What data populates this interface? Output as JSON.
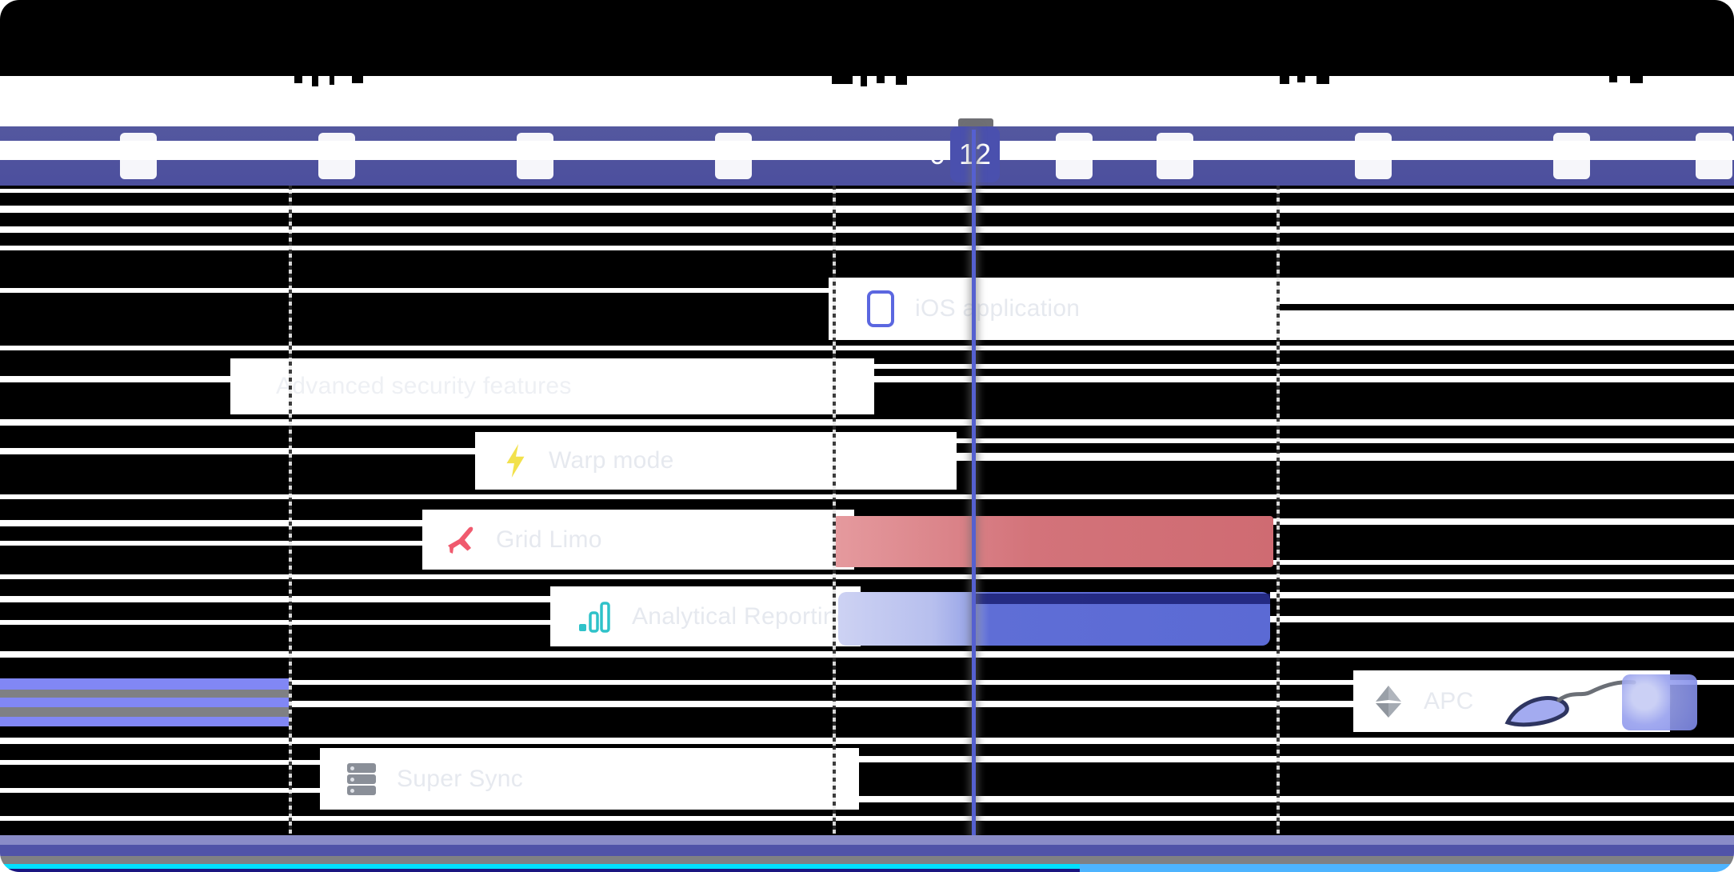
{
  "header": {
    "today_day": "12",
    "partial_day_digit": "0"
  },
  "tasks": [
    {
      "label": "iOS application",
      "icon": "smartphone-icon",
      "icon_color": "#5b67e0"
    },
    {
      "label": "Advanced security features",
      "icon": null,
      "icon_color": null
    },
    {
      "label": "Warp mode",
      "icon": "lightning-bolt-icon",
      "icon_color": "#f2e14c"
    },
    {
      "label": "Grid Limo",
      "icon": "airplane-icon",
      "icon_color": "#f05a6e"
    },
    {
      "label": "Analytical Reporting",
      "icon": "bar-chart-icon",
      "icon_color": "#2fc2c9"
    },
    {
      "label": "APC",
      "icon": "layers-diamond-icon",
      "icon_color": "#9aa0a8"
    },
    {
      "label": "Super Sync",
      "icon": "server-stack-icon",
      "icon_color": "#8a8f98"
    }
  ],
  "bars": [
    {
      "task": "Grid Limo",
      "color": "#d3737a"
    },
    {
      "task": "Analytical Reporting",
      "color_left": "#b7bfee",
      "color_right": "#5f6ed6"
    },
    {
      "task": "APC",
      "color": "#8187f5"
    }
  ],
  "colors": {
    "day_band": "#53579f",
    "today_badge": "#4a50ae",
    "today_tab": "#6f6f74",
    "today_line": "#5560d0",
    "footer_periwinkle": "#8a8cc8",
    "footer_indigo": "#5053a8",
    "footer_gray": "#7f8084",
    "footer_cyan": "#00e0ff",
    "footer_skyblue": "#4db4ff",
    "footer_navy": "#1a1580"
  }
}
